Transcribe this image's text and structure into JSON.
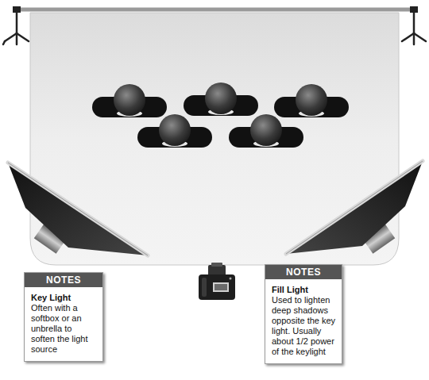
{
  "diagram": {
    "nodes": [
      {
        "text": [
          "NOTES",
          "Key Light",
          "Often with a softbox or an unbrella to soften the light source"
        ]
      },
      {
        "text": [
          "NOTES",
          "Fill Light",
          "Used to lighten deep shadows opposite the key light. Usually about 1/2 power of the keylight"
        ]
      }
    ]
  }
}
